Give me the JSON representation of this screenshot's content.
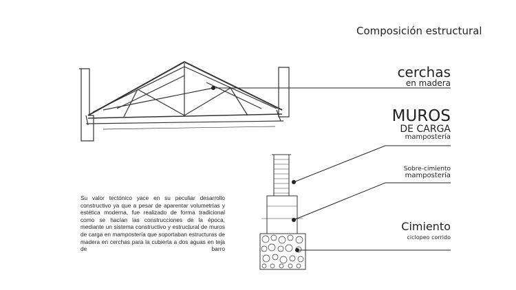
{
  "title": "Composición estructural",
  "labels": {
    "cerchas": {
      "main": "cerchas",
      "sub": "en madera"
    },
    "muros": {
      "main": "MUROS",
      "mid": "DE CARGA",
      "sub": "mampostería"
    },
    "sobrecimiento": {
      "main": "Sobre-cimiento",
      "sub": "mampostería"
    },
    "cimiento": {
      "main": "Cimiento",
      "sub": "ciclopeo corrido"
    }
  },
  "description": "Su valor tectónico yace en su peculiar desarrollo constructivo ya que a pesar de aparentar volumetrías y estética moderna, fue realizado de forma tradicional como se hacían las construcciones de la época, mediante un sistema constructivo y estructural de muros de carga en mampostería que soportaban estructuras de madera en cerchas para la cubierta a dos aguas en teja de barro"
}
